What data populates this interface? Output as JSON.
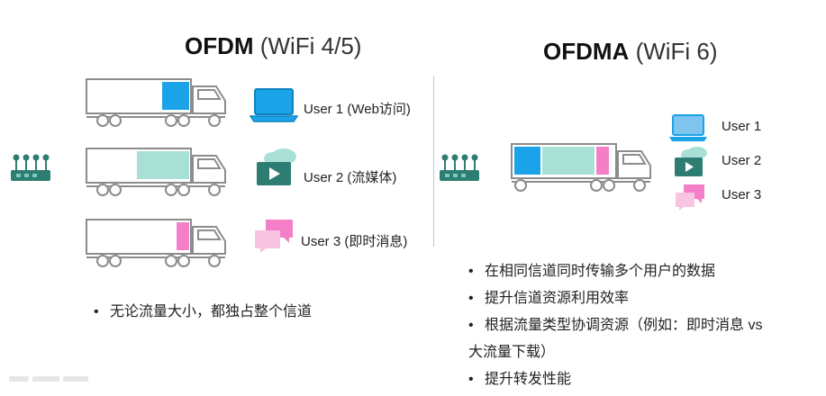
{
  "left": {
    "title_bold": "OFDM",
    "title_sub": "(WiFi 4/5)",
    "users": [
      "User 1 (Web访问)",
      "User 2 (流媒体)",
      "User 3 (即时消息)"
    ],
    "bullets": [
      "无论流量大小，都独占整个信道"
    ]
  },
  "right": {
    "title_bold": "OFDMA",
    "title_sub": "(WiFi 6)",
    "users": [
      "User 1",
      "User 2",
      "User 3"
    ],
    "bullets": [
      "在相同信道同时传输多个用户的数据",
      "提升信道资源利用效率",
      "根据流量类型协调资源（例如：即时消息 vs",
      "提升转发性能"
    ],
    "bullet_continuation": "大流量下载）"
  },
  "colors": {
    "user1": "#1aa3e8",
    "user2": "#a9e0d6",
    "user3": "#f47fc7",
    "router": "#2d7d73",
    "divider": "#a9c9e3"
  }
}
